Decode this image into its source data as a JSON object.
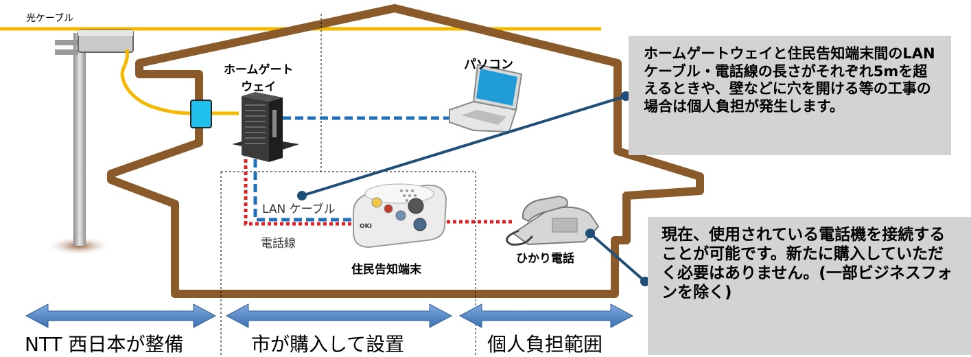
{
  "labels": {
    "fiber_cable": "光ケーブル",
    "gateway": [
      "ホームゲート",
      "ウェイ"
    ],
    "pc": "パソコン",
    "lan_cable": "LAN ケーブル",
    "phone_line": "電話線",
    "terminal": "住民告知端末",
    "hikari_phone": "ひかり電話",
    "terminal_brand": "OKI"
  },
  "notes": {
    "cable_cost": "ホームゲートウェイと住民告知端末間のLANケーブル・電話線の長さがそれぞれ5mを超えるときや、壁などに穴を開ける等の工事の場合は個人負担が発生します。",
    "phone_reuse": "現在、使用されている電話機を接続することが可能です。新たに購入していただく必要はありません。(一部ビジネスフォンを除く)"
  },
  "ranges": [
    {
      "label": "NTT 西日本が整備"
    },
    {
      "label": "市が購入して設置"
    },
    {
      "label": "個人負担範囲"
    }
  ],
  "colors": {
    "house": "#8b5a2b",
    "fiber": "#f5b800",
    "lan": "#1f6fba",
    "phone_line": "#e02020",
    "arrow": "#4f86c6",
    "pointer": "#1f4e79",
    "onu": "#1fc1ec",
    "note_bg": "#d3d3d3"
  }
}
